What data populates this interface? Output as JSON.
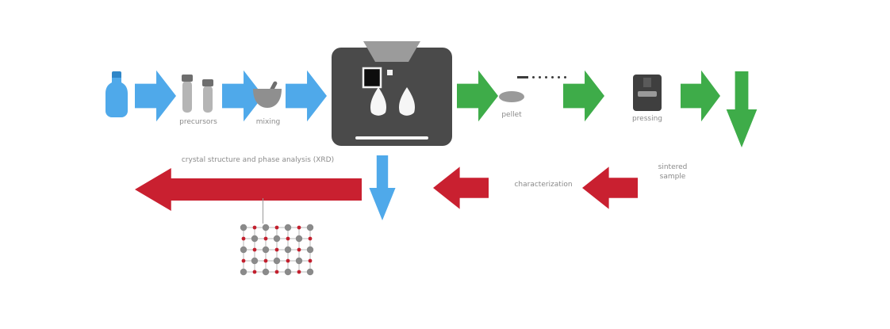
{
  "colors": {
    "blue": "#4FA9EA",
    "green": "#3EAC49",
    "red": "#C92030",
    "dark_gray": "#4A4A4A",
    "mid_gray": "#8A8A8A"
  },
  "icons": {
    "bottle": "bottle-icon",
    "vials": "vial-icons",
    "mortar": "mortar-icon",
    "furnace": "furnace-icon",
    "pellet": "pellet-icon",
    "press": "press-icon",
    "heating_profile": "dash-and-dotted-line-marker",
    "lattice": "crystal-lattice"
  },
  "top_flow": {
    "powders_label": "precursors",
    "grinding_label": "mixing",
    "pellet_label": "pellet",
    "press_label": "pressing"
  },
  "bottom_flow": {
    "right_line1": "sintered",
    "right_line2": "sample",
    "mid_text": "characterization",
    "big_arrow_text": "crystal structure and phase analysis (XRD)"
  },
  "lattice": {
    "cols": 7,
    "rows": 5,
    "spacing": 14,
    "margin": 7,
    "big_r": 4.2,
    "small_r": 2.4,
    "big_color": "#8a8a8a",
    "small_color": "#c2202e",
    "line_color": "#b9b9b9"
  }
}
